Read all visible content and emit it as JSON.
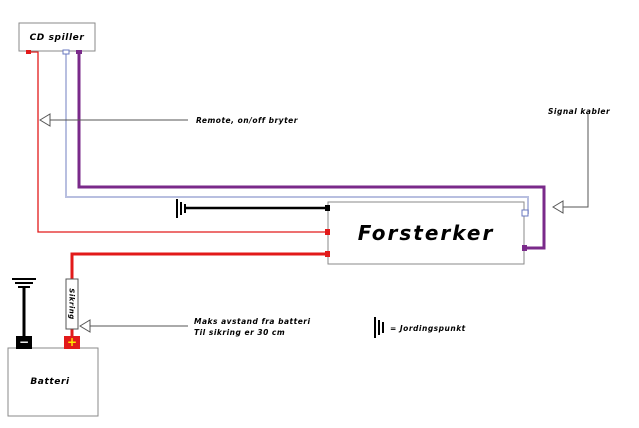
{
  "components": {
    "cd_player": "CD spiller",
    "amplifier": "Forsterker",
    "battery": "Batteri",
    "fuse": "Sikring"
  },
  "annotations": {
    "remote": "Remote, on/off bryter",
    "signal_cables": "Signal kabler",
    "max_distance_line1": "Maks avstand fra batteri",
    "max_distance_line2": "Til sikring er 30 cm",
    "ground_legend": "= Jordingspunkt"
  },
  "terminals": {
    "battery_negative": "−",
    "battery_positive": "+"
  },
  "colors": {
    "power_wire": "#e21a1a",
    "remote_wire": "#b8bfe0",
    "signal_wire": "#7a2a8a",
    "ground_wire": "#000000",
    "arrow": "#555555"
  }
}
